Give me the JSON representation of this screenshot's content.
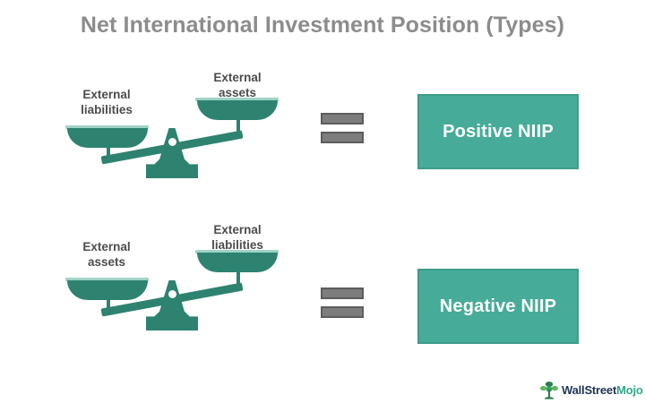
{
  "page": {
    "title": "Net International Investment Position (Types)",
    "background_color": "#ffffff",
    "title_color": "#8c8c8c"
  },
  "colors": {
    "teal_scale": "#2e8270",
    "teal_pan_highlight": "#9fd3c6",
    "box_fill": "#46ac99",
    "box_border": "#3e9b8a",
    "equals_fill": "#7d7d7d",
    "equals_border": "#5c5c5c",
    "label_text": "#4c4c4c",
    "box_text": "#ffffff"
  },
  "rows": [
    {
      "id": "positive-niip-row",
      "scale": {
        "name": "balance-scale-positive",
        "left_pan_label": "External\nliabilities",
        "left_pan_label_line1": "External",
        "left_pan_label_line2": "liabilities",
        "right_pan_label_line1": "External",
        "right_pan_label_line2": "assets",
        "tilt": "left-side-down"
      },
      "operator": "=",
      "result_label": "Positive NIIP"
    },
    {
      "id": "negative-niip-row",
      "scale": {
        "name": "balance-scale-negative",
        "left_pan_label_line1": "External",
        "left_pan_label_line2": "assets",
        "right_pan_label_line1": "External",
        "right_pan_label_line2": "liabilities",
        "tilt": "left-side-down"
      },
      "operator": "=",
      "result_label": "Negative NIIP"
    }
  ],
  "logo": {
    "part1": "WallStreet",
    "part2": "Mojo",
    "icon": "wallstreetmojo-logo-icon"
  }
}
